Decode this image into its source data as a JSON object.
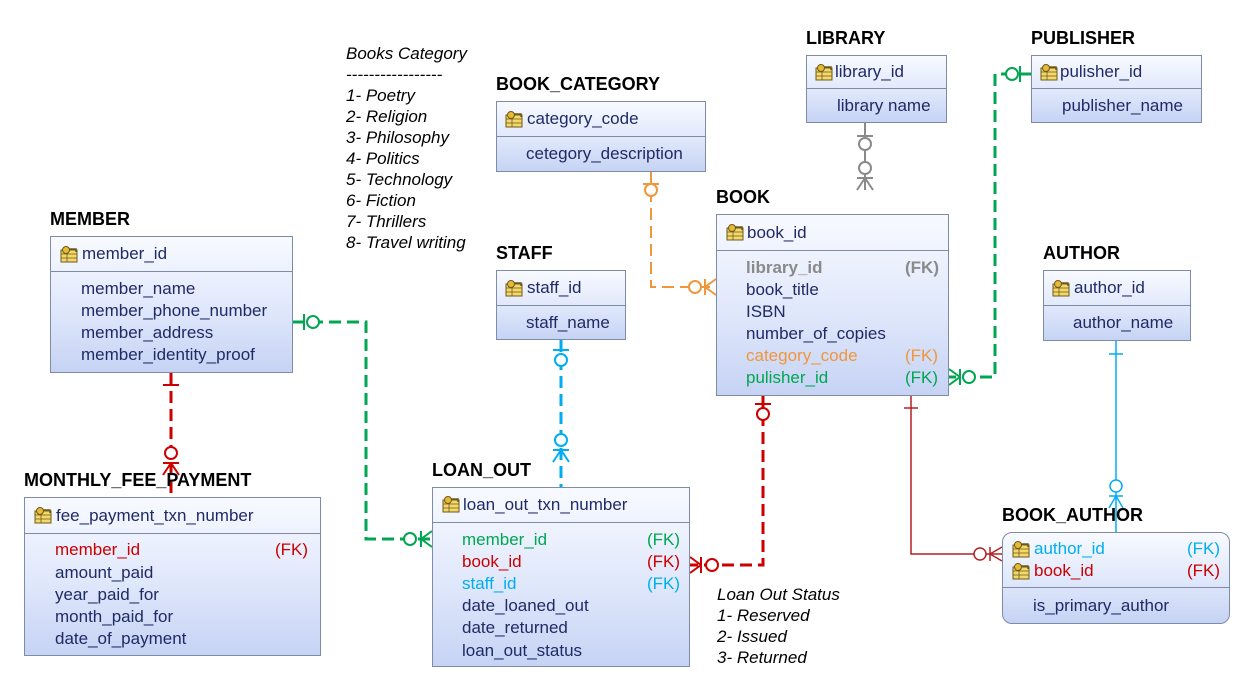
{
  "colors": {
    "text": "#1f2a66",
    "library_fk": "#8a8a8a",
    "category_fk": "#f0963c",
    "publisher_fk": "#00a651",
    "member_fk": "#00a651",
    "book_fk": "#cc0000",
    "staff_fk": "#00aeef",
    "author_fk": "#00aeef"
  },
  "icons": {
    "primary_key": "key-table-icon"
  },
  "fk_tag": "(FK)",
  "entities": {
    "library": {
      "title": "LIBRARY",
      "pk": "library_id",
      "attrs": [
        "library name"
      ]
    },
    "publisher": {
      "title": "PUBLISHER",
      "pk": "pulisher_id",
      "attrs": [
        "publisher_name"
      ]
    },
    "book_category": {
      "title": "BOOK_CATEGORY",
      "pk": "category_code",
      "attrs": [
        "cetegory_description"
      ]
    },
    "member": {
      "title": "MEMBER",
      "pk": "member_id",
      "attrs": [
        "member_name",
        "member_phone_number",
        "member_address",
        "member_identity_proof"
      ]
    },
    "staff": {
      "title": "STAFF",
      "pk": "staff_id",
      "attrs": [
        "staff_name"
      ]
    },
    "book": {
      "title": "BOOK",
      "pk": "book_id",
      "fk_library": "library_id",
      "attrs": [
        "book_title",
        "ISBN",
        "number_of_copies"
      ],
      "fk_category": "category_code",
      "fk_publisher": "pulisher_id"
    },
    "author": {
      "title": "AUTHOR",
      "pk": "author_id",
      "attrs": [
        "author_name"
      ]
    },
    "monthly_fee_payment": {
      "title": "MONTHLY_FEE_PAYMENT",
      "pk": "fee_payment_txn_number",
      "fk_member": "member_id",
      "attrs": [
        "amount_paid",
        "year_paid_for",
        "month_paid_for",
        "date_of_payment"
      ]
    },
    "loan_out": {
      "title": "LOAN_OUT",
      "pk": "loan_out_txn_number",
      "fk_member": "member_id",
      "fk_book": "book_id",
      "fk_staff": "staff_id",
      "attrs": [
        "date_loaned_out",
        "date_returned",
        "loan_out_status"
      ]
    },
    "book_author": {
      "title": "BOOK_AUTHOR",
      "pk_author": "author_id",
      "pk_book": "book_id",
      "attrs": [
        "is_primary_author"
      ]
    }
  },
  "notes": {
    "books_category": {
      "title": "Books Category",
      "rule": "-----------------",
      "items": [
        "1- Poetry",
        "2- Religion",
        "3- Philosophy",
        "4- Politics",
        "5- Technology",
        "6- Fiction",
        "7- Thrillers",
        "8- Travel writing"
      ]
    },
    "loan_out_status": {
      "title": "Loan Out Status",
      "items": [
        "1- Reserved",
        "2- Issued",
        "3- Returned"
      ]
    }
  }
}
